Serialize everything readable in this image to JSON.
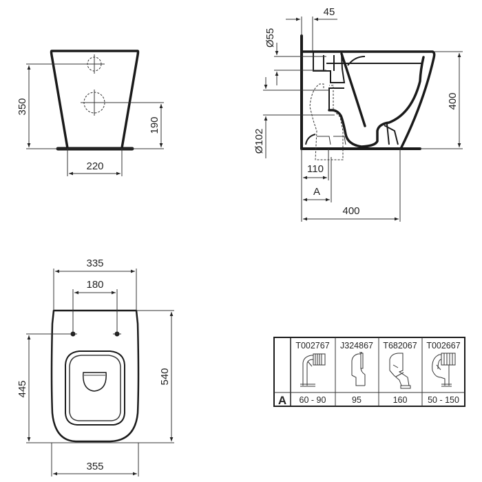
{
  "front_view": {
    "height_350": "350",
    "height_190": "190",
    "width_220": "220"
  },
  "side_view": {
    "offset_45": "45",
    "diameter_55": "Ø55",
    "diameter_102": "Ø102",
    "height_400": "400",
    "offset_110": "110",
    "offset_A": "A",
    "depth_400": "400"
  },
  "top_view": {
    "width_335": "335",
    "width_180": "180",
    "length_445": "445",
    "length_540": "540",
    "width_355": "355"
  },
  "connector_table": {
    "row_label": "A",
    "columns": [
      {
        "code": "T002767",
        "value": "60 - 90"
      },
      {
        "code": "J324867",
        "value": "95"
      },
      {
        "code": "T682067",
        "value": "160"
      },
      {
        "code": "T002667",
        "value": "50 - 150"
      }
    ]
  },
  "colors": {
    "line": "#1a1a1a",
    "background": "#ffffff"
  }
}
